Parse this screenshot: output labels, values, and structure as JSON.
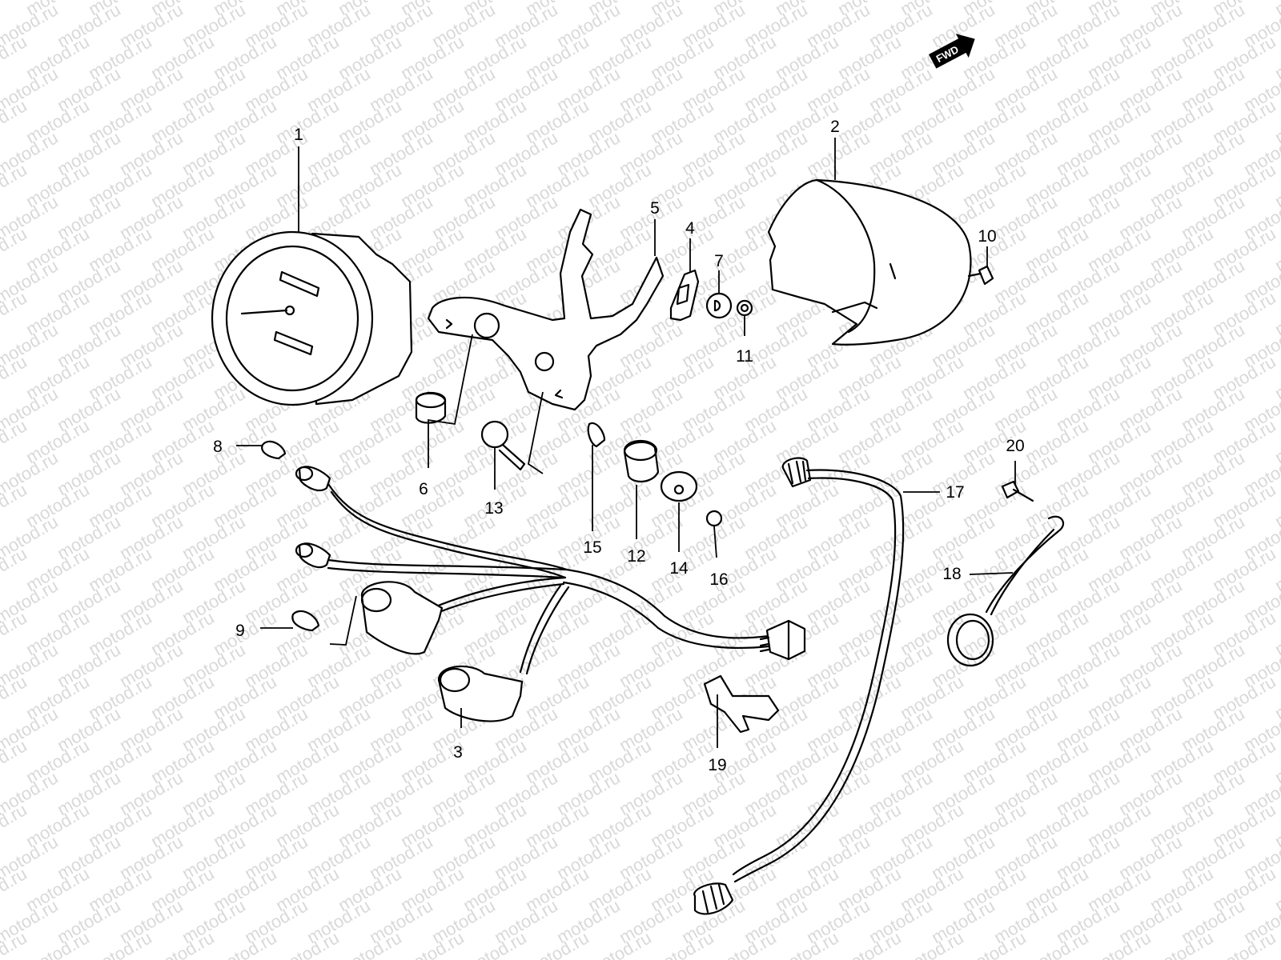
{
  "watermark": {
    "text": "motod.ru",
    "color": "#d9d9d9"
  },
  "direction_badge": {
    "text": "FWD"
  },
  "callouts": [
    {
      "id": "1",
      "label": "1"
    },
    {
      "id": "2",
      "label": "2"
    },
    {
      "id": "3",
      "label": "3"
    },
    {
      "id": "4",
      "label": "4"
    },
    {
      "id": "5",
      "label": "5"
    },
    {
      "id": "6",
      "label": "6"
    },
    {
      "id": "7",
      "label": "7"
    },
    {
      "id": "8",
      "label": "8"
    },
    {
      "id": "9",
      "label": "9"
    },
    {
      "id": "10",
      "label": "10"
    },
    {
      "id": "11",
      "label": "11"
    },
    {
      "id": "12",
      "label": "12"
    },
    {
      "id": "13",
      "label": "13"
    },
    {
      "id": "14",
      "label": "14"
    },
    {
      "id": "15",
      "label": "15"
    },
    {
      "id": "16",
      "label": "16"
    },
    {
      "id": "17",
      "label": "17"
    },
    {
      "id": "18",
      "label": "18"
    },
    {
      "id": "19",
      "label": "19"
    },
    {
      "id": "20",
      "label": "20"
    }
  ]
}
